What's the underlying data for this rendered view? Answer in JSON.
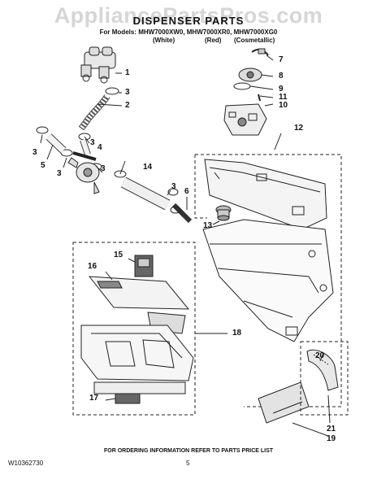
{
  "watermark": "AppliancePartsPros.com",
  "header": {
    "title": "DISPENSER PARTS",
    "models_line": "For Models: MHW7000XW0, MHW7000XR0, MHW7000XG0",
    "colors": [
      "(White)",
      "(Red)",
      "(Cosmetallic)"
    ]
  },
  "callouts": [
    "1",
    "3",
    "2",
    "3",
    "4",
    "3",
    "5",
    "3",
    "3",
    "14",
    "3",
    "6",
    "7",
    "8",
    "9",
    "11",
    "10",
    "12",
    "13",
    "15",
    "16",
    "18",
    "17",
    "20",
    "21",
    "19"
  ],
  "footer": {
    "ordering_note": "FOR ORDERING INFORMATION REFER TO PARTS PRICE LIST",
    "doc_number": "W10362730",
    "page_number": "5"
  }
}
